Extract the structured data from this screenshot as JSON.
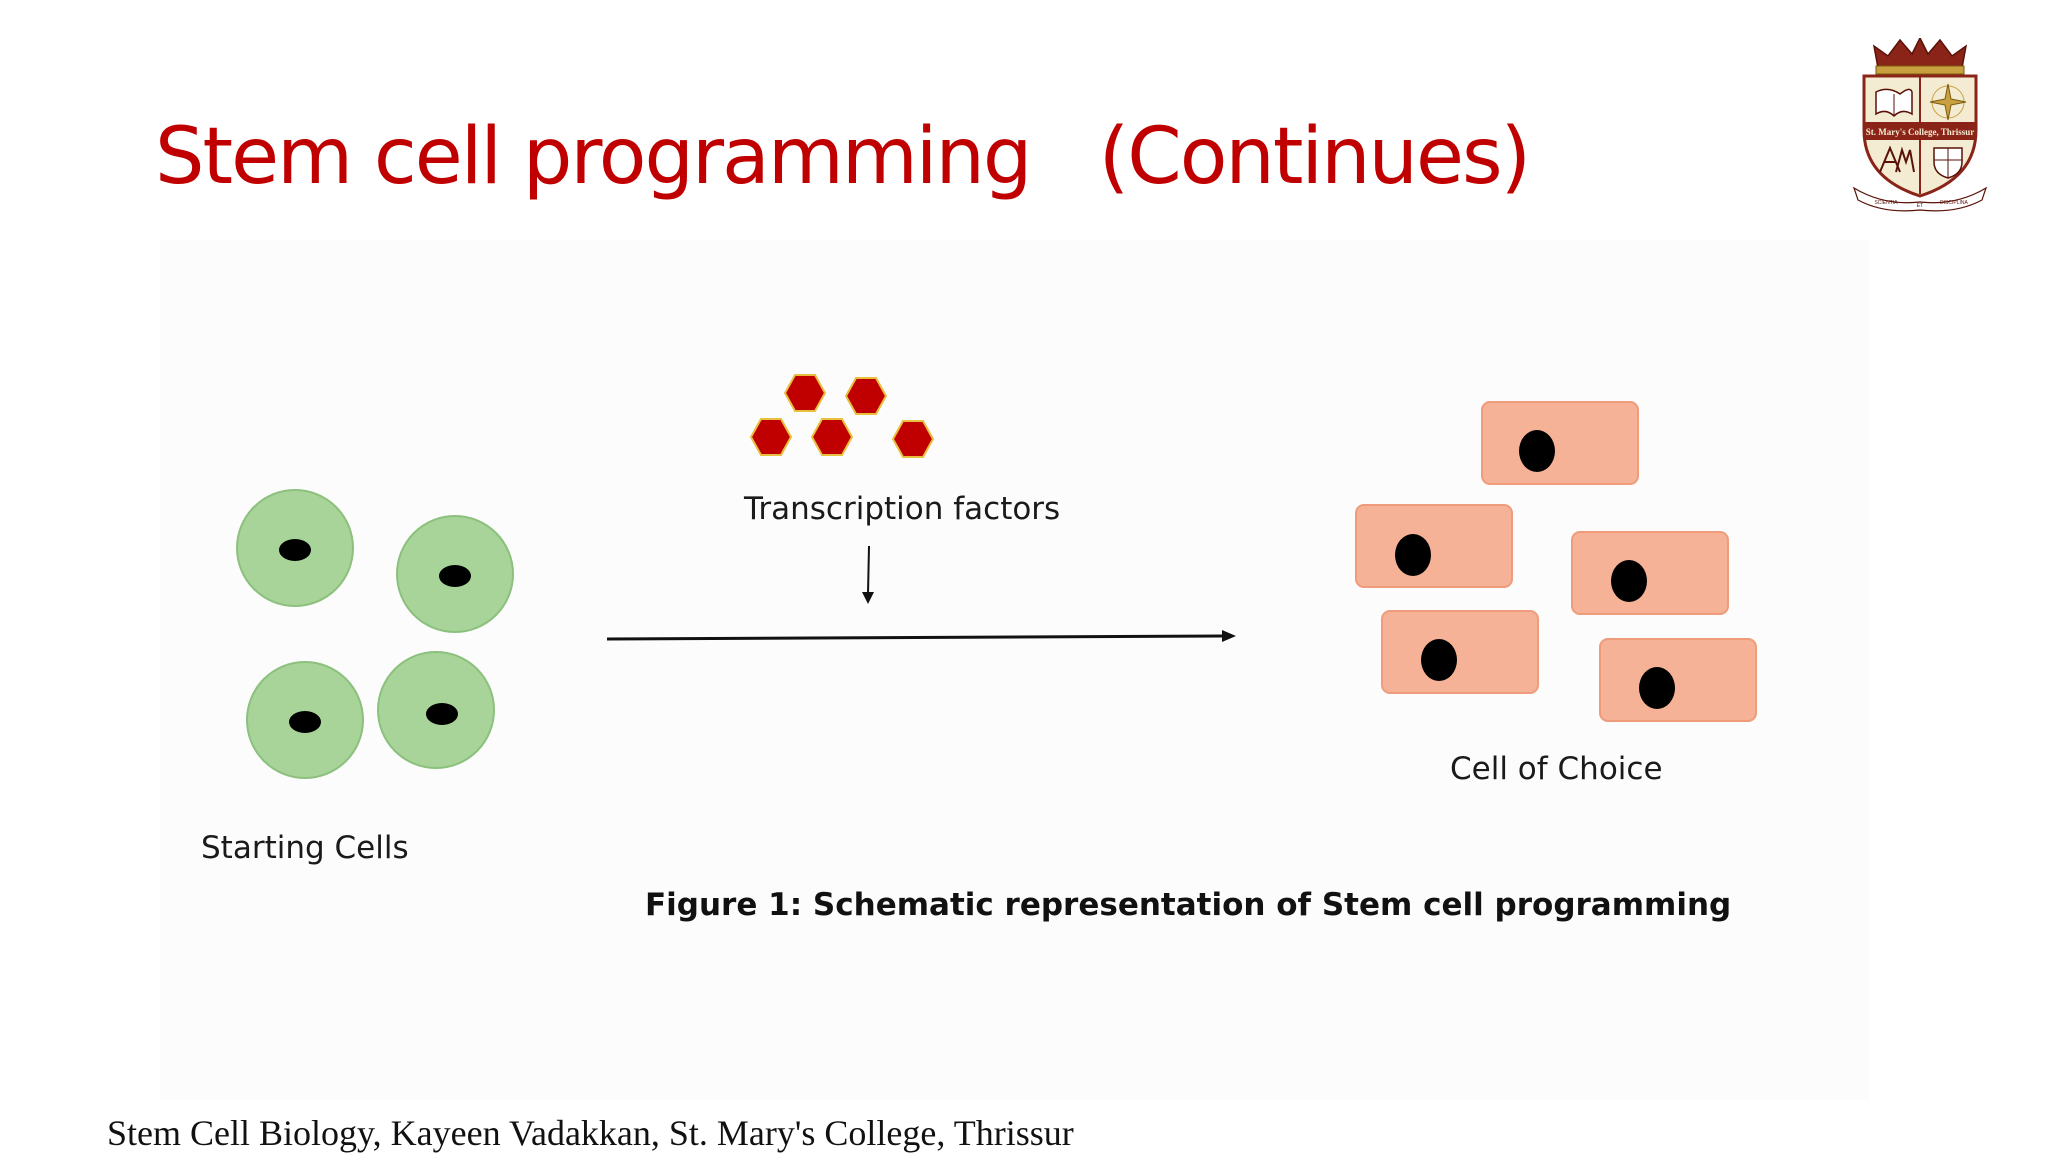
{
  "slide": {
    "title": "Stem cell programming   (Continues)",
    "caption": "Figure 1: Schematic representation of Stem cell programming",
    "footer": "Stem Cell Biology, Kayeen Vadakkan, St. Mary's College, Thrissur"
  },
  "diagram": {
    "transcription_factors_label": "Transcription factors",
    "starting_cells_label": "Starting Cells",
    "cell_of_choice_label": "Cell of Choice"
  },
  "logo": {
    "banner_text": "St. Mary's College, Thrissur",
    "motto_left": "SCIENTIA",
    "motto_mid": "ET",
    "motto_right": "DISCIPLINA"
  },
  "colors": {
    "title": "#c00000",
    "stem_cell_fill": "#a8d49a",
    "stem_cell_stroke": "#8cc07d",
    "target_cell_fill": "#f6b296",
    "target_cell_stroke": "#ee9c7c",
    "factor_fill": "#c00000",
    "factor_stroke": "#e8c040"
  }
}
